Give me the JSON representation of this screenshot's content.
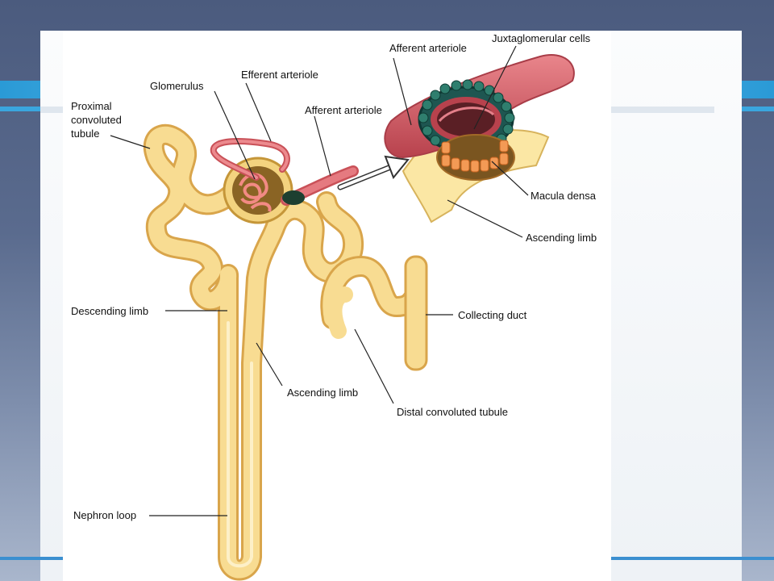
{
  "labels": {
    "proximal": [
      "Proximal",
      "convoluted",
      "tubule"
    ],
    "glomerulus": "Glomerulus",
    "efferent_arteriole": "Efferent arteriole",
    "afferent_arteriole_main": "Afferent arteriole",
    "afferent_arteriole_inset": "Afferent arteriole",
    "juxtaglomerular_cells": "Juxtaglomerular cells",
    "macula_densa": "Macula densa",
    "ascending_limb_inset": "Ascending limb",
    "descending_limb": "Descending limb",
    "collecting_duct": "Collecting duct",
    "ascending_limb_main": "Ascending limb",
    "distal_convoluted_tubule": "Distal convoluted tubule",
    "nephron_loop": "Nephron loop"
  },
  "colors": {
    "tubule_fill": "#f8d98b",
    "tubule_edge": "#e0b25a",
    "arteriole": "#d9606a",
    "juxtaglomerular": "#1f5a55",
    "macula": "#f08a45",
    "capsule": "#7a5a20"
  }
}
